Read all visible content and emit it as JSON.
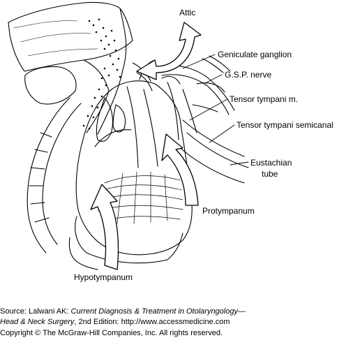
{
  "labels": {
    "attic": "Attic",
    "geniculate_ganglion": "Geniculate ganglion",
    "gsp_nerve": "G.S.P. nerve",
    "tensor_tympani_m": "Tensor tympani m.",
    "tensor_tympani_semicanal": "Tensor tympani semicanal",
    "eustachian_line1": "Eustachian",
    "eustachian_line2": "tube",
    "protympanum": "Protympanum",
    "hypotympanum": "Hypotympanum"
  },
  "caption": {
    "source_prefix": "Source: Lalwani AK: ",
    "book_title_1": "Current Diagnosis & Treatment in Otolaryngology—",
    "book_title_2": "Head & Neck Surgery",
    "edition": ", 2nd Edition: http://www.accessmedicine.com",
    "copyright": "Copyright © The McGraw-Hill Companies, Inc. All rights reserved."
  }
}
